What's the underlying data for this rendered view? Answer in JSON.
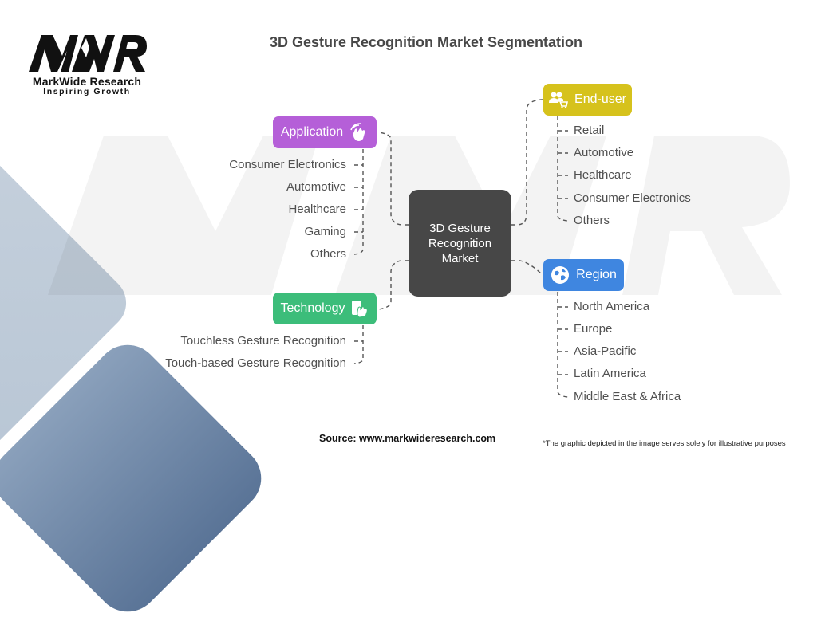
{
  "logo": {
    "mark": "MWR",
    "name": "MarkWide Research",
    "tagline": "Inspiring Growth"
  },
  "title": "3D Gesture Recognition Market Segmentation",
  "center_node": {
    "label": "3D Gesture Recognition Market",
    "color": "#474747"
  },
  "segments": {
    "application": {
      "label": "Application",
      "icon": "hand-gesture-icon",
      "color": "#b55fd8",
      "items": [
        "Consumer Electronics",
        "Automotive",
        "Healthcare",
        "Gaming",
        "Others"
      ]
    },
    "technology": {
      "label": "Technology",
      "icon": "touch-hand-icon",
      "color": "#3cbd7a",
      "items": [
        "Touchless Gesture Recognition",
        "Touch-based Gesture Recognition"
      ]
    },
    "end_user": {
      "label": "End-user",
      "icon": "users-cart-icon",
      "color": "#d6c21c",
      "items": [
        "Retail",
        "Automotive",
        "Healthcare",
        "Consumer Electronics",
        "Others"
      ]
    },
    "region": {
      "label": "Region",
      "icon": "globe-icon",
      "color": "#3f86e0",
      "items": [
        "North America",
        "Europe",
        "Asia-Pacific",
        "Latin America",
        "Middle East & Africa"
      ]
    }
  },
  "footer": {
    "source": "Source: www.markwideresearch.com",
    "note": "*The graphic depicted in the image serves solely for illustrative purposes"
  }
}
